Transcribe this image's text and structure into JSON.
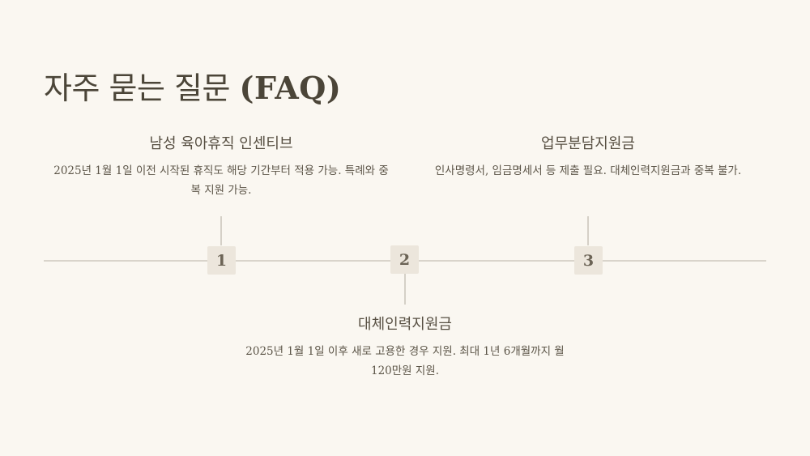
{
  "title": {
    "main": "자주 묻는 질문",
    "paren": "(FAQ)"
  },
  "items": [
    {
      "number": "1",
      "title": "남성 육아휴직 인센티브",
      "description": "2025년 1월 1일 이전 시작된 휴직도 해당 기간부터 적용 가능. 특례와 중복 지원 가능."
    },
    {
      "number": "2",
      "title": "대체인력지원금",
      "description": "2025년 1월 1일 이후 새로 고용한 경우 지원. 최대 1년 6개월까지 월 120만원 지원."
    },
    {
      "number": "3",
      "title": "업무분담지원금",
      "description": "인사명령서, 임금명세서 등 제출 필요. 대체인력지원금과 중복 불가."
    }
  ]
}
